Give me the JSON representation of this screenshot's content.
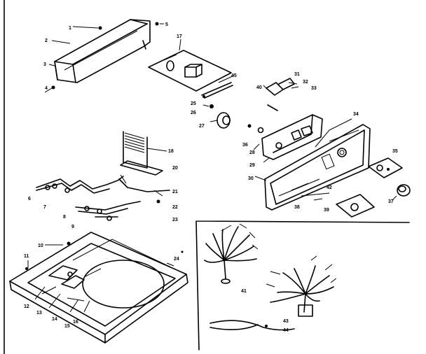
{
  "diagram": {
    "callouts": [
      {
        "id": "c1",
        "text": "1"
      },
      {
        "id": "c2",
        "text": "2"
      },
      {
        "id": "c3",
        "text": "3"
      },
      {
        "id": "c4",
        "text": "4"
      },
      {
        "id": "c5",
        "text": "5"
      },
      {
        "id": "c6",
        "text": "6"
      },
      {
        "id": "c7",
        "text": "7"
      },
      {
        "id": "c8",
        "text": "8"
      },
      {
        "id": "c9",
        "text": "9"
      },
      {
        "id": "c10",
        "text": "10"
      },
      {
        "id": "c11",
        "text": "11"
      },
      {
        "id": "c12",
        "text": "12"
      },
      {
        "id": "c13",
        "text": "13"
      },
      {
        "id": "c14",
        "text": "14"
      },
      {
        "id": "c15",
        "text": "15"
      },
      {
        "id": "c16",
        "text": "16"
      },
      {
        "id": "c17",
        "text": "17"
      },
      {
        "id": "c18",
        "text": "18"
      },
      {
        "id": "c20",
        "text": "20"
      },
      {
        "id": "c21",
        "text": "21"
      },
      {
        "id": "c22",
        "text": "22"
      },
      {
        "id": "c23",
        "text": "23"
      },
      {
        "id": "c24",
        "text": "24"
      },
      {
        "id": "c25",
        "text": "25"
      },
      {
        "id": "c26",
        "text": "26"
      },
      {
        "id": "c27",
        "text": "27"
      },
      {
        "id": "c28",
        "text": "28"
      },
      {
        "id": "c29",
        "text": "29"
      },
      {
        "id": "c30",
        "text": "30"
      },
      {
        "id": "c31",
        "text": "31"
      },
      {
        "id": "c32",
        "text": "32"
      },
      {
        "id": "c33",
        "text": "33"
      },
      {
        "id": "c34",
        "text": "34"
      },
      {
        "id": "c35",
        "text": "35"
      },
      {
        "id": "c36",
        "text": "36"
      },
      {
        "id": "c37",
        "text": "37"
      },
      {
        "id": "c38",
        "text": "38"
      },
      {
        "id": "c39",
        "text": "39"
      },
      {
        "id": "c40",
        "text": "40"
      },
      {
        "id": "c41",
        "text": "41"
      },
      {
        "id": "c42",
        "text": "42"
      },
      {
        "id": "c43",
        "text": "43"
      },
      {
        "id": "c44",
        "text": "44"
      },
      {
        "id": "c45",
        "text": "45"
      }
    ]
  }
}
